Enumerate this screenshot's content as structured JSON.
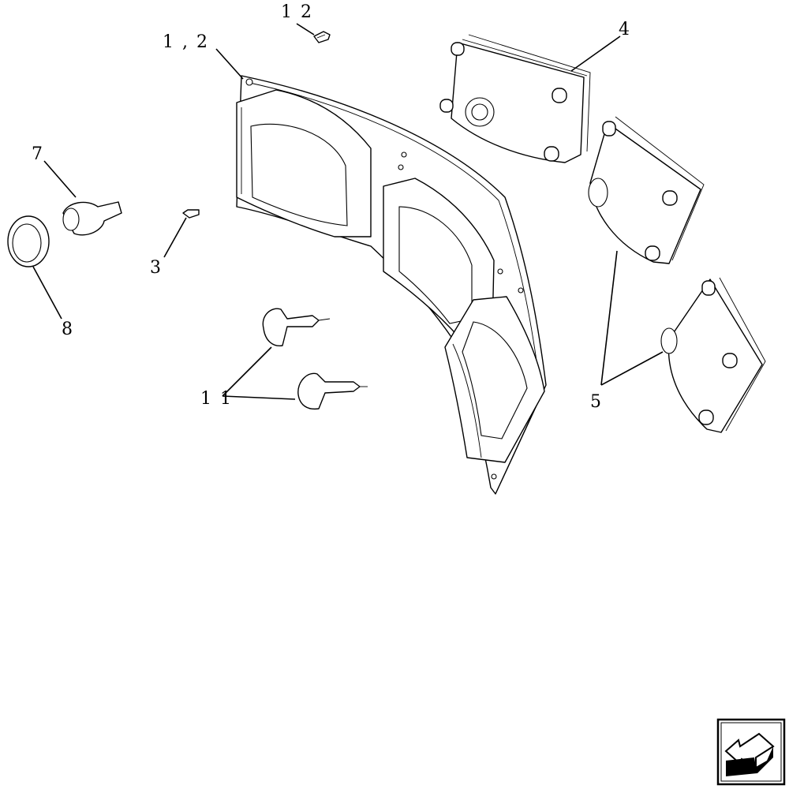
{
  "callouts": {
    "c12": "1 2",
    "c1_2": "1 , 2",
    "c4": "4",
    "c7": "7",
    "c3": "3",
    "c8": "8",
    "c11": "1 1",
    "c5": "5"
  },
  "nav_icon": "next-page-arrow-icon"
}
